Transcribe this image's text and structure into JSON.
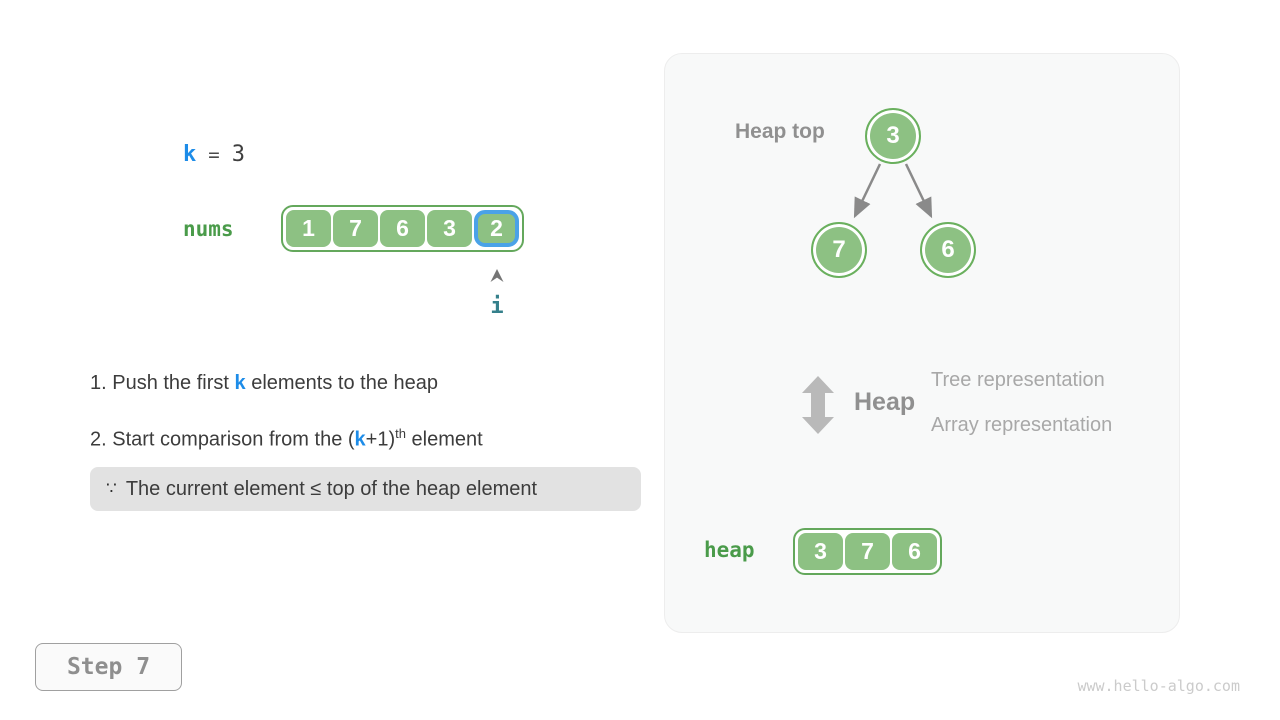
{
  "variables": {
    "k_name": "k",
    "k_equals": "=",
    "k_value": "3"
  },
  "nums_array": {
    "label": "nums",
    "values": [
      "1",
      "7",
      "6",
      "3",
      "2"
    ],
    "highlighted_index": 4,
    "pointer_label": "i"
  },
  "instructions": [
    {
      "prefix": "1. Push the first ",
      "highlight": "k",
      "suffix": " elements to the heap"
    },
    {
      "prefix": "2. Start comparison from the (",
      "highlight": "k",
      "mid": "+1)",
      "superscript": "th",
      "suffix": " element"
    }
  ],
  "callout": {
    "symbol": "∵",
    "text": "The current element ≤ top of the heap element"
  },
  "step_label": "Step 7",
  "panel": {
    "heap_top_label": "Heap top",
    "tree": {
      "root": "3",
      "left_child": "7",
      "right_child": "6"
    },
    "legend": {
      "title": "Heap",
      "tree_line": "Tree representation",
      "array_line": "Array representation"
    },
    "heap_array": {
      "label": "heap",
      "values": [
        "3",
        "7",
        "6"
      ]
    }
  },
  "watermark": "www.hello-algo.com",
  "colors": {
    "cell_green": "#8dc183",
    "array_border_green": "#64a85c",
    "node_ring_green": "#6ab05e",
    "label_green": "#4a9b4a",
    "highlight_blue": "#4aa2e8",
    "k_blue": "#1d8ce8",
    "pointer_teal": "#35808b",
    "heading_gray": "#909090",
    "legend_gray": "#a8a8a8",
    "arrow_gray": "#8a8a8a",
    "callout_bg": "#e2e2e2",
    "panel_bg": "#f8f9f9"
  }
}
